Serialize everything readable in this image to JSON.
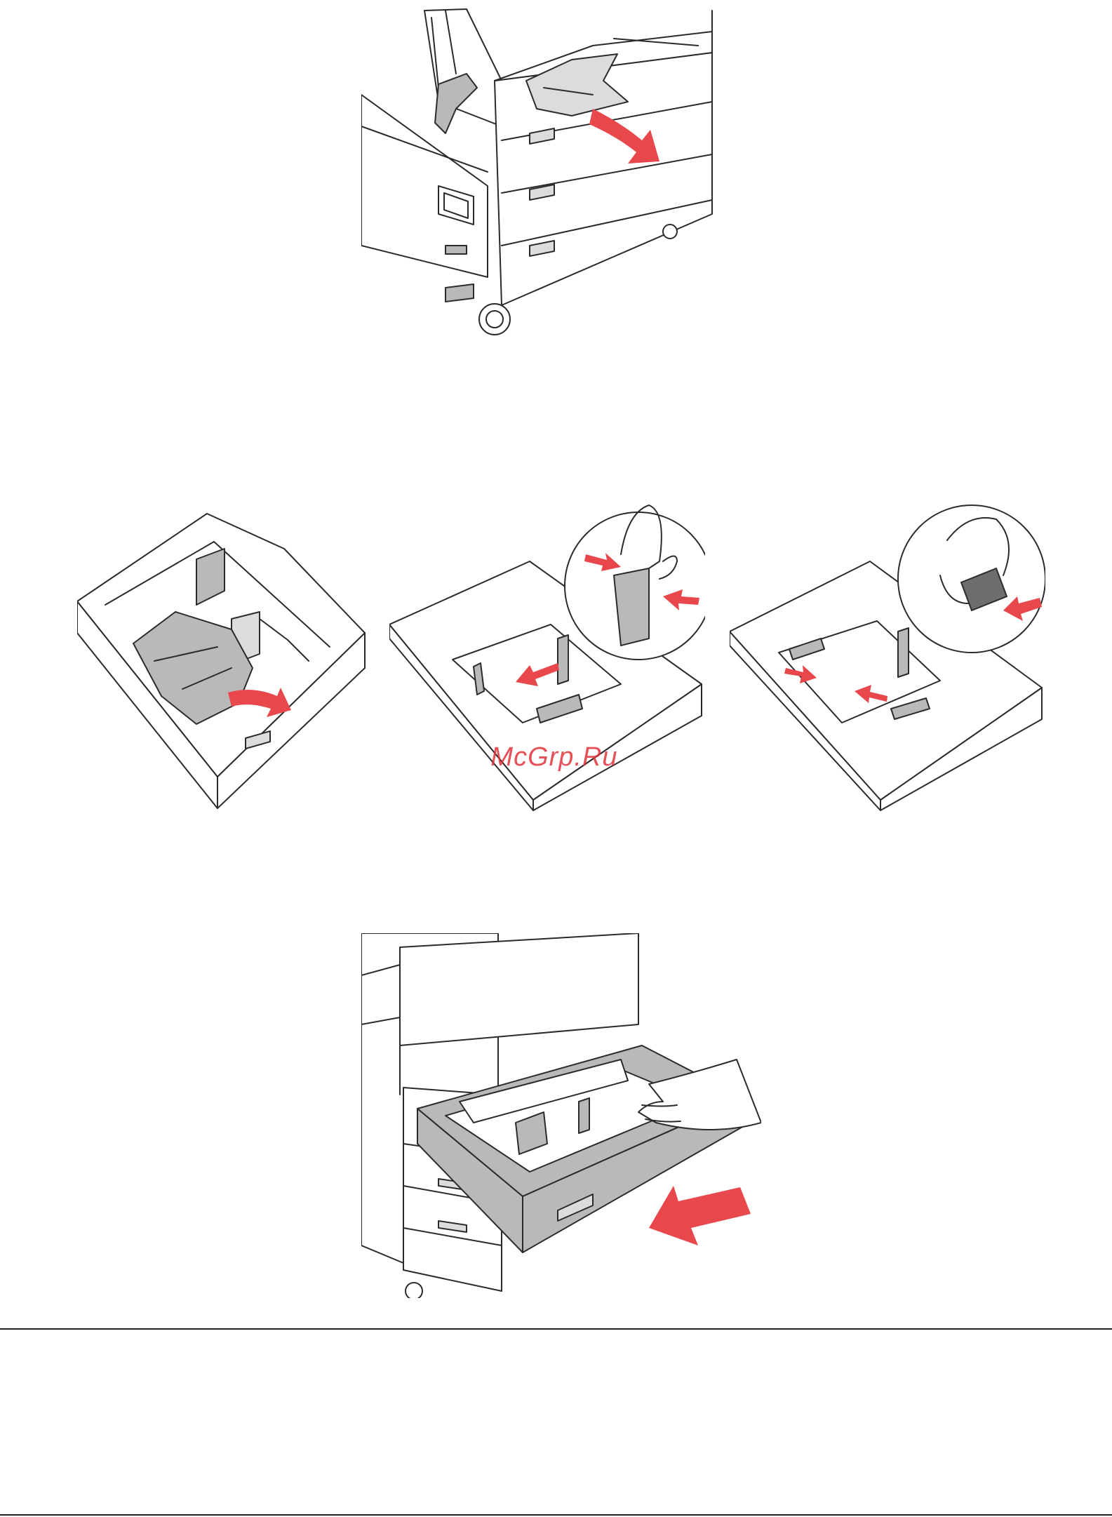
{
  "watermark": {
    "text": "McGrp.Ru"
  },
  "figures": [
    {
      "id": "remove-jammed-paper",
      "icon": "printer-jam-illustration"
    },
    {
      "id": "clear-tray-paper",
      "icon": "tray-jam-illustration"
    },
    {
      "id": "adjust-length-guide",
      "icon": "tray-length-guide-illustration"
    },
    {
      "id": "adjust-width-guides",
      "icon": "tray-width-guide-illustration"
    },
    {
      "id": "push-tray-in",
      "icon": "tray-insert-illustration"
    }
  ],
  "colors": {
    "arrow": "#e8474c",
    "tray": "#b9b9b9",
    "line": "#2b2b2b"
  }
}
